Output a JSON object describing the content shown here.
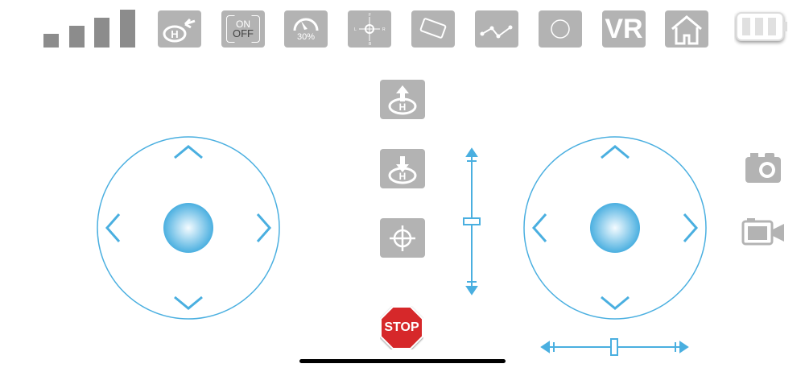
{
  "status": {
    "signal_bars": 4,
    "battery_level": 3,
    "battery_max": 3
  },
  "toolbar": {
    "return_home": "return-to-home",
    "onoff_on": "ON",
    "onoff_off": "OFF",
    "speed": "30%",
    "compass": {
      "f": "F",
      "b": "B",
      "l": "L",
      "r": "R"
    },
    "vr": "VR"
  },
  "controls": {
    "stop": "STOP"
  },
  "colors": {
    "accent": "#4aafe0",
    "button": "#b3b3b3",
    "stop": "#d6282a"
  }
}
